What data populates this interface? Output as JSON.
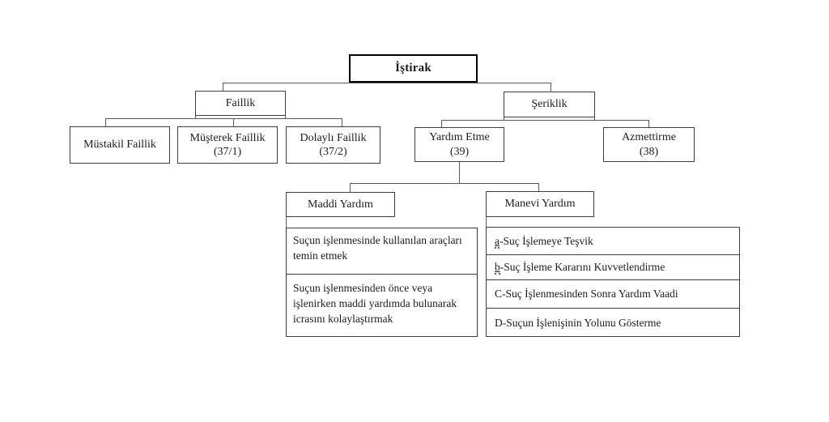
{
  "diagram": {
    "nodes": {
      "istirak": {
        "label": "İştirak"
      },
      "faillik": {
        "label": "Faillik"
      },
      "seriklik": {
        "label": "Şeriklik"
      },
      "mustakil": {
        "label": "Müstakil Faillik"
      },
      "musterek": {
        "label": "Müşterek Faillik",
        "sub": "(37/1)"
      },
      "dolayli": {
        "label": "Dolaylı Faillik",
        "sub": "(37/2)"
      },
      "yardim": {
        "label": "Yardım Etme",
        "sub": "(39)"
      },
      "azmettirme": {
        "label": "Azmettirme",
        "sub": "(38)"
      },
      "maddi": {
        "label": "Maddi Yardım"
      },
      "manevi": {
        "label": "Manevi Yardım"
      }
    },
    "maddi_items": [
      {
        "text": "Suçun işlenmesinde kullanılan araçları temin etmek"
      },
      {
        "text": "Suçun işlenmesinden önce veya işlenirken maddi yardımda bulunarak icrasını kolaylaştırmak"
      }
    ],
    "manevi_items": [
      {
        "prefix": "a",
        "text": "-Suç İşlemeye Teşvik"
      },
      {
        "prefix": "b",
        "text": "-Suç İşleme Kararını Kuvvetlendirme"
      },
      {
        "prefix": "C",
        "text": "-Suç İşlenmesinden Sonra Yardım Vaadi"
      },
      {
        "prefix": "D",
        "text": "-Suçun İşlenişinin Yolunu Gösterme"
      }
    ],
    "colors": {
      "background": "#ffffff",
      "box_border": "#3d3d3d",
      "title_border": "#000000",
      "connector": "#595959",
      "text": "#1c1c1c",
      "squiggle": "#3a5fd9"
    }
  }
}
